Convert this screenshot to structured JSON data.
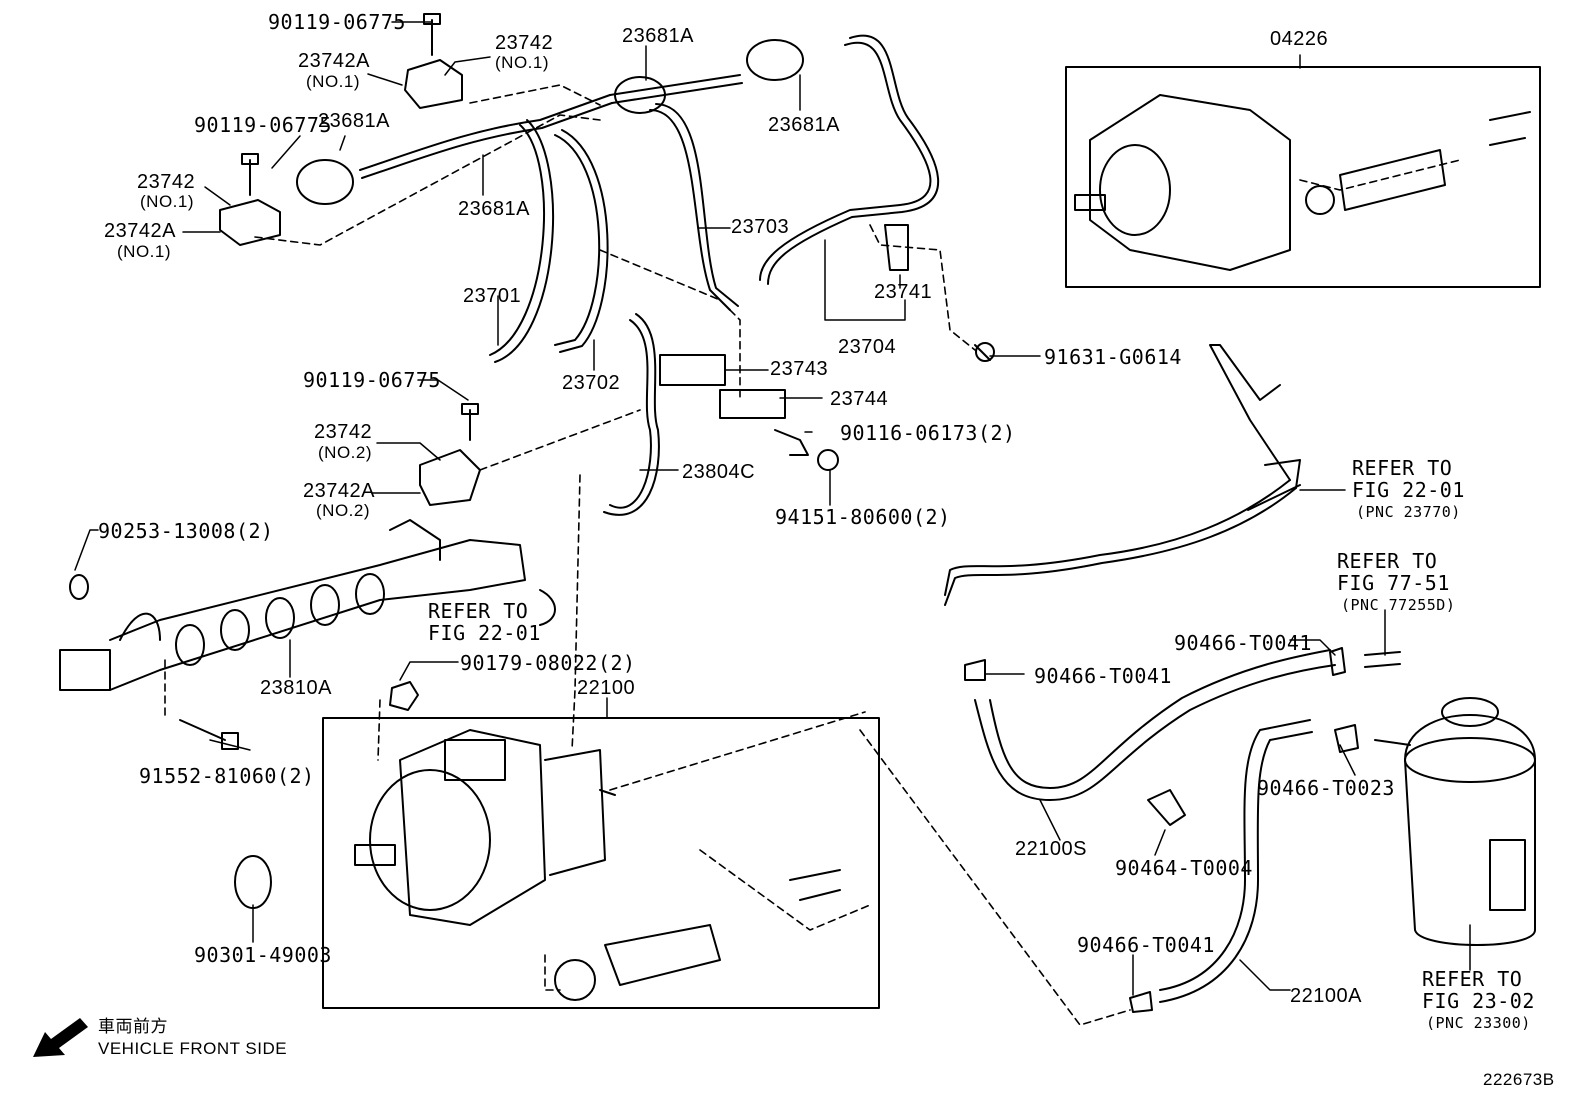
{
  "parts": {
    "p_90119_a": "90119-06775",
    "p_23742_no1_top": "23742",
    "p_no1_a": "(NO.1)",
    "p_23742A_top": "23742A",
    "p_no1_b": "(NO.1)",
    "p_23681A_top": "23681A",
    "p_90119_b": "90119-06775",
    "p_23681A_left": "23681A",
    "p_23742_left": "23742",
    "p_no1_c": "(NO.1)",
    "p_23742A_left": "23742A",
    "p_no1_d": "(NO.1)",
    "p_23681A_mid": "23681A",
    "p_23681A_right": "23681A",
    "p_23703": "23703",
    "p_23701": "23701",
    "p_23702": "23702",
    "p_23741": "23741",
    "p_23704": "23704",
    "p_91631": "91631-G0614",
    "p_23743": "23743",
    "p_23744": "23744",
    "p_90116": "90116-06173(2)",
    "p_94151": "94151-80600(2)",
    "p_90119_c": "90119-06775",
    "p_23742_no2": "23742",
    "p_no2_a": "(NO.2)",
    "p_23742A_no2": "23742A",
    "p_no2_b": "(NO.2)",
    "p_23804C": "23804C",
    "p_90253": "90253-13008(2)",
    "p_23810A": "23810A",
    "p_90179": "90179-08022(2)",
    "p_22100": "22100",
    "p_91552": "91552-81060(2)",
    "p_90301": "90301-49003",
    "p_04226": "04226",
    "p_90466_a": "90466-T0041",
    "p_90466_b": "90466-T0041",
    "p_90466_t23": "90466-T0023",
    "p_22100S": "22100S",
    "p_90464": "90464-T0004",
    "p_90466_c": "90466-T0041",
    "p_22100A": "22100A"
  },
  "refs": {
    "r1_l1": "REFER TO",
    "r1_l2": "FIG 22-01",
    "r2_l1": "REFER TO",
    "r2_l2": "FIG 22-01",
    "r2_l3": "(PNC 23770)",
    "r3_l1": "REFER TO",
    "r3_l2": "FIG 77-51",
    "r3_l3": "(PNC 77255D)",
    "r4_l1": "REFER TO",
    "r4_l2": "FIG 23-02",
    "r4_l3": "(PNC 23300)"
  },
  "legend": {
    "jp_text": "車両前方",
    "en_text": "VEHICLE FRONT SIDE",
    "arrow_icon": "front-direction-arrow-icon"
  },
  "figure_id": "222673B"
}
